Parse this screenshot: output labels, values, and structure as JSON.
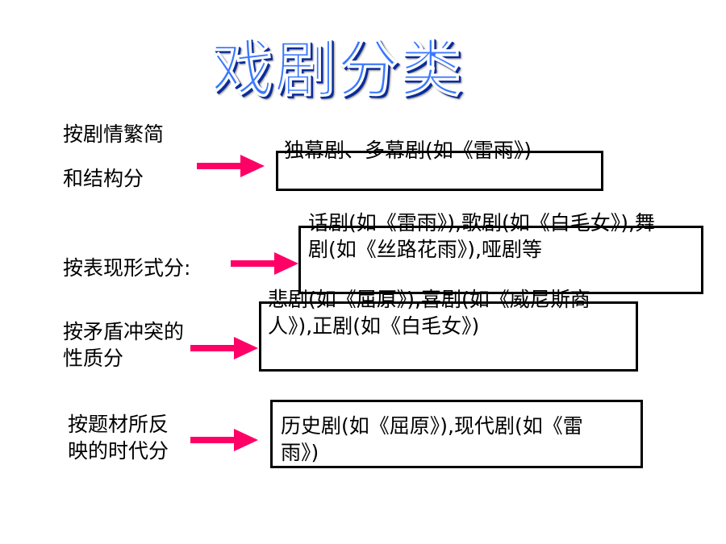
{
  "title": "戏剧分类",
  "rows": [
    {
      "label_lines": [
        "按剧情繁简",
        "和结构分"
      ],
      "content": "独幕剧、多幕剧(如《雷雨》)"
    },
    {
      "label_lines": [
        "按表现形式分:"
      ],
      "content": "话剧(如《雷雨》),歌剧(如《白毛女》),舞剧(如《丝路花雨》),哑剧等"
    },
    {
      "label_lines": [
        "按矛盾冲突的",
        "性质分"
      ],
      "content": "悲剧(如《屈原》),喜剧(如《威尼斯商人》),正剧(如《白毛女》)"
    },
    {
      "label_lines": [
        "按题材所反",
        "映的时代分"
      ],
      "content": "历史剧(如《屈原》),现代剧(如《雷雨》)"
    }
  ],
  "colors": {
    "arrow": "#ff0066",
    "title": "#3a78ff"
  }
}
